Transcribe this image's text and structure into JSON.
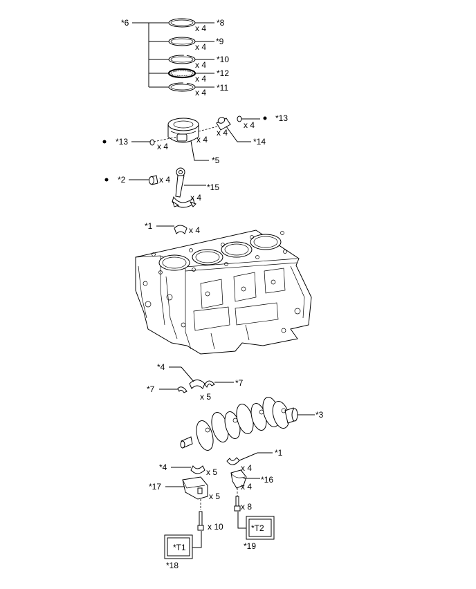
{
  "callouts": {
    "c6": "*6",
    "c8": "*8",
    "c9": "*9",
    "c10": "*10",
    "c12": "*12",
    "c11": "*11",
    "c13a": "*13",
    "c13b": "*13",
    "c14": "*14",
    "c5": "*5",
    "c2": "*2",
    "c15": "*15",
    "c1a": "*1",
    "c4a": "*4",
    "c7a": "*7",
    "c7b": "*7",
    "c3": "*3",
    "c1b": "*1",
    "c4b": "*4",
    "c16": "*16",
    "c17": "*17",
    "c18": "*18",
    "c19": "*19"
  },
  "quantities": {
    "ring8": "x 4",
    "ring9": "x 4",
    "ring10": "x 4",
    "ring12": "x 4",
    "ring11": "x 4",
    "clip_right": "x 4",
    "pin": "x 4",
    "piston": "x 4",
    "clip_left": "x 4",
    "bushing": "x 4",
    "rod": "x 4",
    "rod_bearing_upper": "x 4",
    "main_bearing_upper": "x 5",
    "main_bearing_lower": "x 5",
    "rod_bearing_lower": "x 4",
    "rod_cap": "x 4",
    "main_cap": "x 5",
    "main_bolt": "x 10",
    "rod_bolt": "x 8"
  },
  "torque_boxes": {
    "t1": "*T1",
    "t2": "*T2"
  },
  "colors": {
    "line": "#000000",
    "background": "#ffffff"
  }
}
